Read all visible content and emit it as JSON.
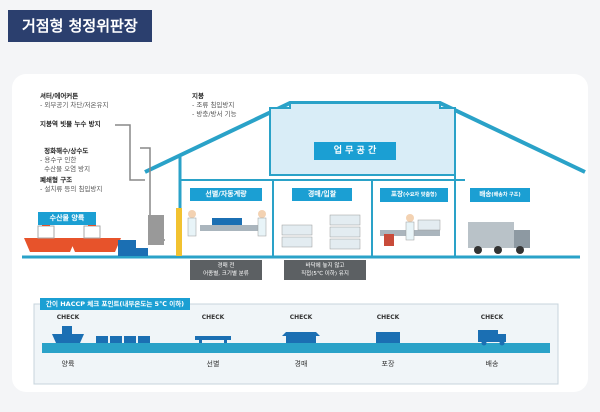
{
  "header": {
    "title": "거점형 청정위판장"
  },
  "left_labels": [
    {
      "title": "셔터/에어커튼",
      "sub": "- 외부공기 차단/저온유지"
    },
    {
      "title": "지붕역 빗물 누수 방지",
      "sub": ""
    },
    {
      "title": "정화해수/상수도",
      "sub": "- 용수구 인한\n  수산물 오염 방지"
    },
    {
      "title": "폐쇄형 구조",
      "sub": "- 설치류 등의 침입방지"
    }
  ],
  "roof_label": {
    "title": "지붕",
    "sub1": "- 조류 침입방지",
    "sub2": "- 방충/방서 기능"
  },
  "office": "업 무 공 간",
  "zones": {
    "landing": "수산물 양륙",
    "sorting": "선별/자동계량",
    "auction": "경매/입찰",
    "packing": "포장",
    "packing_sub": "(수요자 맞춤형)",
    "delivery": "배송",
    "delivery_sub": "(배송차 구조)"
  },
  "notes": {
    "sorting_note1": "경매 전",
    "sorting_note2": "어종별, 크기별 분류",
    "auction_note1": "바닥에 놓지 않고",
    "auction_note2": "직접(5℃ 이하) 유지"
  },
  "haccp": {
    "title": "간이 HACCP 체크 포인트(내부온도는 5℃ 이하)",
    "check_label": "CHECK",
    "steps": [
      "양륙",
      "선별",
      "경매",
      "포장",
      "배송"
    ]
  },
  "colors": {
    "navy": "#2b3f6e",
    "blue": "#1b9fd3",
    "teal": "#2aa2c8",
    "grey": "#5c6063"
  }
}
